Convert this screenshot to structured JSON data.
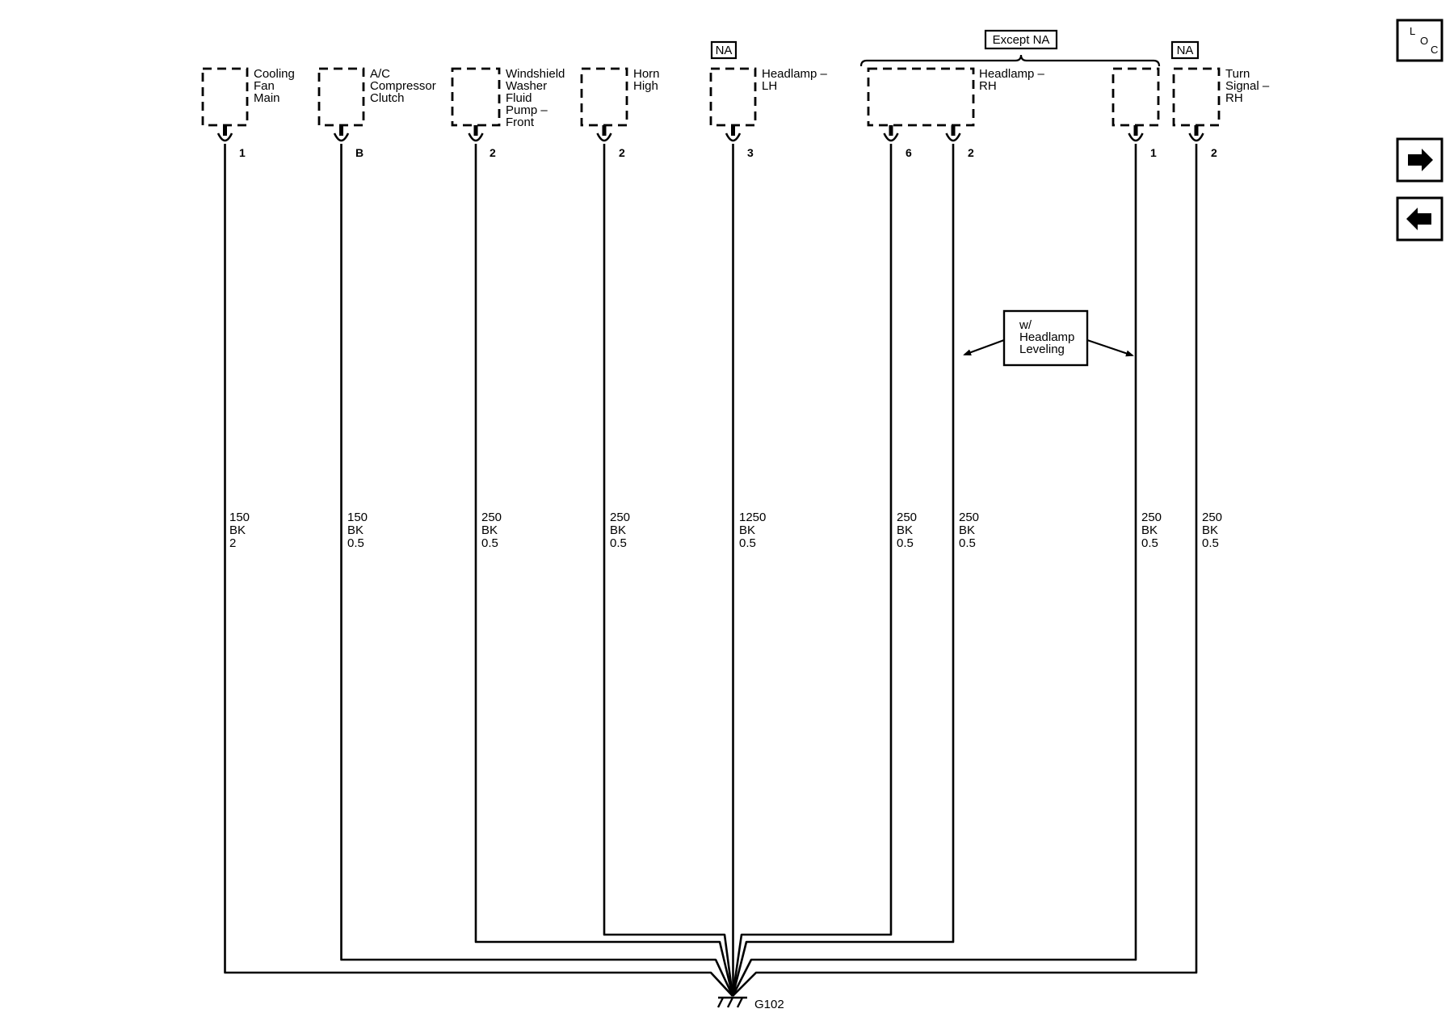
{
  "components": [
    {
      "id": "cooling-fan-main",
      "name_lines": [
        "Cooling",
        "Fan",
        "Main"
      ],
      "pins": [
        "1"
      ]
    },
    {
      "id": "ac-compressor-clutch",
      "name_lines": [
        "A/C",
        "Compressor",
        "Clutch"
      ],
      "pins": [
        "B"
      ]
    },
    {
      "id": "windshield-washer-fluid-pump-front",
      "name_lines": [
        "Windshield",
        "Washer",
        "Fluid",
        "Pump –",
        "Front"
      ],
      "pins": [
        "2"
      ]
    },
    {
      "id": "horn-high",
      "name_lines": [
        "Horn",
        "High"
      ],
      "pins": [
        "2"
      ]
    },
    {
      "id": "headlamp-lh",
      "name_lines": [
        "Headlamp –",
        "LH"
      ],
      "pins": [
        "3"
      ],
      "tag": "NA"
    },
    {
      "id": "headlamp-rh",
      "name_lines": [
        "Headlamp –",
        "RH"
      ],
      "pins": [
        "6",
        "2"
      ]
    },
    {
      "id": "headlamp-rh-na",
      "name_lines": [],
      "pins": [
        "1"
      ]
    },
    {
      "id": "turn-signal-rh",
      "name_lines": [
        "Turn",
        "Signal –",
        "RH"
      ],
      "pins": [
        "2"
      ],
      "tag": "NA"
    }
  ],
  "wires": [
    {
      "circuit": "150",
      "color": "BK",
      "size": "2"
    },
    {
      "circuit": "150",
      "color": "BK",
      "size": "0.5"
    },
    {
      "circuit": "250",
      "color": "BK",
      "size": "0.5"
    },
    {
      "circuit": "250",
      "color": "BK",
      "size": "0.5"
    },
    {
      "circuit": "1250",
      "color": "BK",
      "size": "0.5"
    },
    {
      "circuit": "250",
      "color": "BK",
      "size": "0.5"
    },
    {
      "circuit": "250",
      "color": "BK",
      "size": "0.5"
    },
    {
      "circuit": "250",
      "color": "BK",
      "size": "0.5"
    },
    {
      "circuit": "250",
      "color": "BK",
      "size": "0.5"
    }
  ],
  "options": {
    "except_na": "Except NA",
    "headlamp_leveling_lines": [
      "w/",
      "Headlamp",
      "Leveling"
    ]
  },
  "ground": {
    "name": "G102"
  },
  "nav": {
    "loc_letters": [
      "L",
      "O",
      "C"
    ],
    "next_icon": "arrow-right-icon",
    "prev_icon": "arrow-left-icon"
  },
  "colors": {
    "line": "#000000",
    "background": "#ffffff"
  }
}
